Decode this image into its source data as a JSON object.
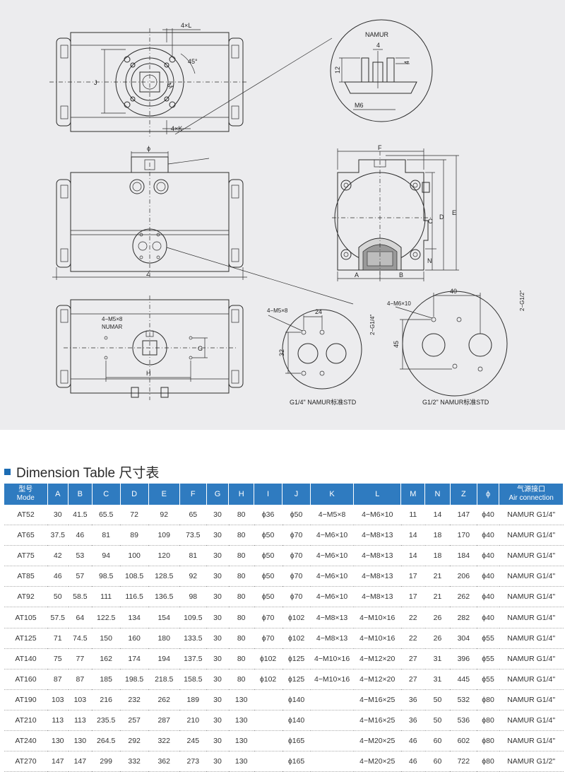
{
  "drawing": {
    "top_view": {
      "dim_4xL": "4×L",
      "dim_4xK": "4×K",
      "angle": "45°",
      "dim_J": "J",
      "dim_M": "M"
    },
    "namur_detail": {
      "title": "NAMUR",
      "dim_4_top": "4",
      "dim_4_right": "4",
      "dim_12": "12",
      "dim_m6": "M6"
    },
    "front_view": {
      "dim_phi": "ϕ",
      "dim_z": "Z"
    },
    "side_view": {
      "dim_f": "F",
      "dim_a": "A",
      "dim_b": "B",
      "dim_c": "C",
      "dim_d": "D",
      "dim_e": "E",
      "dim_n": "N"
    },
    "bottom_view": {
      "note_bolts": "4−M5×8",
      "note_numar": "NUMAR",
      "dim_g": "G",
      "dim_h": "H"
    },
    "detail_g14": {
      "bolts": "4−M5×8",
      "dim_24": "24",
      "dim_32": "32",
      "thread": "2−G1/4\"",
      "caption": "G1/4\" NAMUR标准STD"
    },
    "detail_g12": {
      "bolts": "4−M6×10",
      "dim_40": "40",
      "dim_45": "45",
      "thread": "2−G1/2\"",
      "caption": "G1/2\" NAMUR标准STD"
    }
  },
  "table_title": "Dimension Table 尺寸表",
  "columns": [
    {
      "cn": "型号",
      "en": "Mode"
    },
    {
      "cn": "",
      "en": "A"
    },
    {
      "cn": "",
      "en": "B"
    },
    {
      "cn": "",
      "en": "C"
    },
    {
      "cn": "",
      "en": "D"
    },
    {
      "cn": "",
      "en": "E"
    },
    {
      "cn": "",
      "en": "F"
    },
    {
      "cn": "",
      "en": "G"
    },
    {
      "cn": "",
      "en": "H"
    },
    {
      "cn": "",
      "en": "I"
    },
    {
      "cn": "",
      "en": "J"
    },
    {
      "cn": "",
      "en": "K"
    },
    {
      "cn": "",
      "en": "L"
    },
    {
      "cn": "",
      "en": "M"
    },
    {
      "cn": "",
      "en": "N"
    },
    {
      "cn": "",
      "en": "Z"
    },
    {
      "cn": "",
      "en": "ϕ"
    },
    {
      "cn": "气源接口",
      "en": "Air connection"
    }
  ],
  "rows": [
    [
      "AT52",
      "30",
      "41.5",
      "65.5",
      "72",
      "92",
      "65",
      "30",
      "80",
      "ϕ36",
      "ϕ50",
      "4−M5×8",
      "4−M6×10",
      "11",
      "14",
      "147",
      "ϕ40",
      "NAMUR G1/4\""
    ],
    [
      "AT65",
      "37.5",
      "46",
      "81",
      "89",
      "109",
      "73.5",
      "30",
      "80",
      "ϕ50",
      "ϕ70",
      "4−M6×10",
      "4−M8×13",
      "14",
      "18",
      "170",
      "ϕ40",
      "NAMUR G1/4\""
    ],
    [
      "AT75",
      "42",
      "53",
      "94",
      "100",
      "120",
      "81",
      "30",
      "80",
      "ϕ50",
      "ϕ70",
      "4−M6×10",
      "4−M8×13",
      "14",
      "18",
      "184",
      "ϕ40",
      "NAMUR G1/4\""
    ],
    [
      "AT85",
      "46",
      "57",
      "98.5",
      "108.5",
      "128.5",
      "92",
      "30",
      "80",
      "ϕ50",
      "ϕ70",
      "4−M6×10",
      "4−M8×13",
      "17",
      "21",
      "206",
      "ϕ40",
      "NAMUR G1/4\""
    ],
    [
      "AT92",
      "50",
      "58.5",
      "111",
      "116.5",
      "136.5",
      "98",
      "30",
      "80",
      "ϕ50",
      "ϕ70",
      "4−M6×10",
      "4−M8×13",
      "17",
      "21",
      "262",
      "ϕ40",
      "NAMUR G1/4\""
    ],
    [
      "AT105",
      "57.5",
      "64",
      "122.5",
      "134",
      "154",
      "109.5",
      "30",
      "80",
      "ϕ70",
      "ϕ102",
      "4−M8×13",
      "4−M10×16",
      "22",
      "26",
      "282",
      "ϕ40",
      "NAMUR G1/4\""
    ],
    [
      "AT125",
      "71",
      "74.5",
      "150",
      "160",
      "180",
      "133.5",
      "30",
      "80",
      "ϕ70",
      "ϕ102",
      "4−M8×13",
      "4−M10×16",
      "22",
      "26",
      "304",
      "ϕ55",
      "NAMUR G1/4\""
    ],
    [
      "AT140",
      "75",
      "77",
      "162",
      "174",
      "194",
      "137.5",
      "30",
      "80",
      "ϕ102",
      "ϕ125",
      "4−M10×16",
      "4−M12×20",
      "27",
      "31",
      "396",
      "ϕ55",
      "NAMUR G1/4\""
    ],
    [
      "AT160",
      "87",
      "87",
      "185",
      "198.5",
      "218.5",
      "158.5",
      "30",
      "80",
      "ϕ102",
      "ϕ125",
      "4−M10×16",
      "4−M12×20",
      "27",
      "31",
      "445",
      "ϕ55",
      "NAMUR G1/4\""
    ],
    [
      "AT190",
      "103",
      "103",
      "216",
      "232",
      "262",
      "189",
      "30",
      "130",
      "",
      "ϕ140",
      "",
      "4−M16×25",
      "36",
      "50",
      "532",
      "ϕ80",
      "NAMUR G1/4\""
    ],
    [
      "AT210",
      "113",
      "113",
      "235.5",
      "257",
      "287",
      "210",
      "30",
      "130",
      "",
      "ϕ140",
      "",
      "4−M16×25",
      "36",
      "50",
      "536",
      "ϕ80",
      "NAMUR G1/4\""
    ],
    [
      "AT240",
      "130",
      "130",
      "264.5",
      "292",
      "322",
      "245",
      "30",
      "130",
      "",
      "ϕ165",
      "",
      "4−M20×25",
      "46",
      "60",
      "602",
      "ϕ80",
      "NAMUR G1/4\""
    ],
    [
      "AT270",
      "147",
      "147",
      "299",
      "332",
      "362",
      "273",
      "30",
      "130",
      "",
      "ϕ165",
      "",
      "4−M20×25",
      "46",
      "60",
      "722",
      "ϕ80",
      "NAMUR G1/2\""
    ]
  ]
}
